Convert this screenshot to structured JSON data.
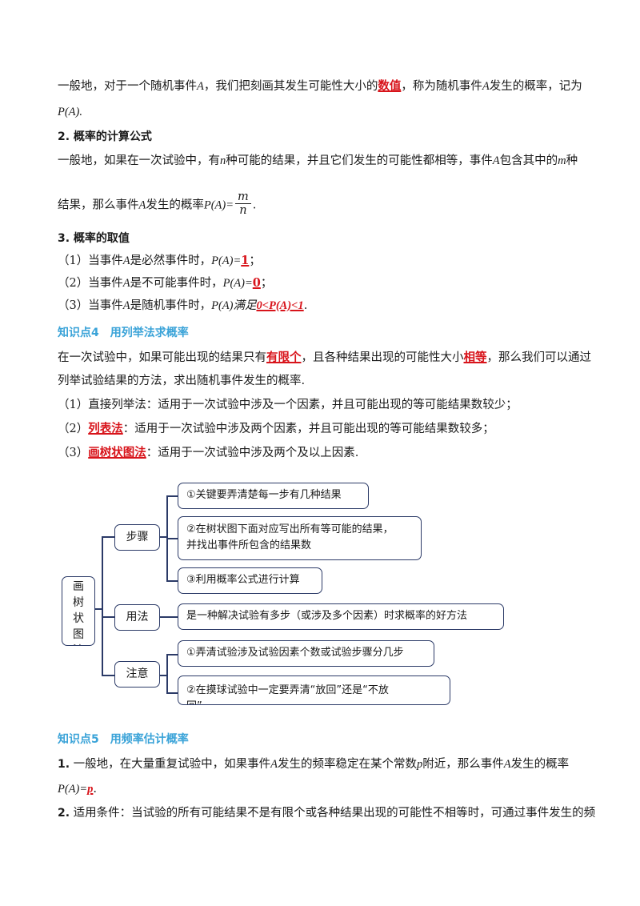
{
  "p1": {
    "a": "一般地，对于一个随机事件",
    "b": "，我们把刻画其发生可能性大小的",
    "kw": "数值",
    "c": "，称为随机事件",
    "d": "发生的概率，记为",
    "e": "P(A)."
  },
  "s2": {
    "title": "2. 概率的计算公式",
    "l1a": "一般地，如果在一次试验中，有",
    "l1b": "种可能的结果，并且它们发生的可能性都相等，事件",
    "l1c": "包含其中的",
    "l1d": "种",
    "l2a": "结果，那么事件",
    "l2b": "发生的概率",
    "l2c": "P(A)=",
    "num": "m",
    "den": "n",
    "dot": "."
  },
  "s3": {
    "title": "3. 概率的取值",
    "i1a": "（1）当事件",
    "i1b": "是必然事件时，",
    "i1c": "P(A)=",
    "i1v": "1",
    "i1e": "；",
    "i2a": "（2）当事件",
    "i2b": "是不可能事件时，",
    "i2c": "P(A)=",
    "i2v": "0",
    "i2e": "；",
    "i3a": "（3）当事件",
    "i3b": "是随机事件时，",
    "i3c": "P(A)满足",
    "i3v": "0<P(A)<1",
    "i3e": "."
  },
  "kp4": {
    "num": "知识点4",
    "title": "用列举法求概率",
    "l1a": "在一次试验中，如果可能出现的结果只有",
    "l1k": "有限个",
    "l1b": "，且各种结果出现的可能性大小",
    "l1k2": "相等",
    "l1c": "，那么我们可以通过",
    "l2": "列举试验结果的方法，求出随机事件发生的概率.",
    "m1": "（1）直接列举法：适用于一次试验中涉及一个因素，并且可能出现的等可能结果数较少；",
    "m2a": "（2）",
    "m2k": "列表法",
    "m2b": "：适用于一次试验中涉及两个因素，并且可能出现的等可能结果数较多；",
    "m3a": "（3）",
    "m3k": "画树状图法",
    "m3b": "：适用于一次试验中涉及两个及以上因素."
  },
  "diagram": {
    "root": [
      "画",
      "树",
      "状",
      "图",
      "法"
    ],
    "branch1": "步骤",
    "branch2": "用法",
    "branch3": "注意",
    "leaf1": "①关键要弄清楚每一步有几种结果",
    "leaf2a": "②在树状图下面对应写出所有等可能的结果，",
    "leaf2b": "并找出事件所包含的结果数",
    "leaf3": "③利用概率公式进行计算",
    "leaf4": "是一种解决试验有多步（或涉及多个因素）时求概率的好方法",
    "leaf5": "①弄清试验涉及试验因素个数或试验步骤分几步",
    "leaf6a": "②在摸球试验中一定要弄清“放回”还是“不放",
    "leaf6b": "回”"
  },
  "kp5": {
    "num": "知识点5",
    "title": "用频率估计概率",
    "l1a": "1.",
    "l1b": "一般地，在大量重复试验中，如果事件",
    "l1c": "发生的频率稳定在某个常数",
    "l1d": "附近，那么事件",
    "l1e": "发生的概率",
    "l2a": "P(A)=",
    "l2k": "p",
    "l2e": ".",
    "l3a": "2.",
    "l3b": "适用条件：当试验的所有可能结果不是有限个或各种结果出现的可能性不相等时，可通过事件发生的频"
  },
  "sym": {
    "A": "A",
    "n": "n",
    "m": "m",
    "p": "p"
  }
}
